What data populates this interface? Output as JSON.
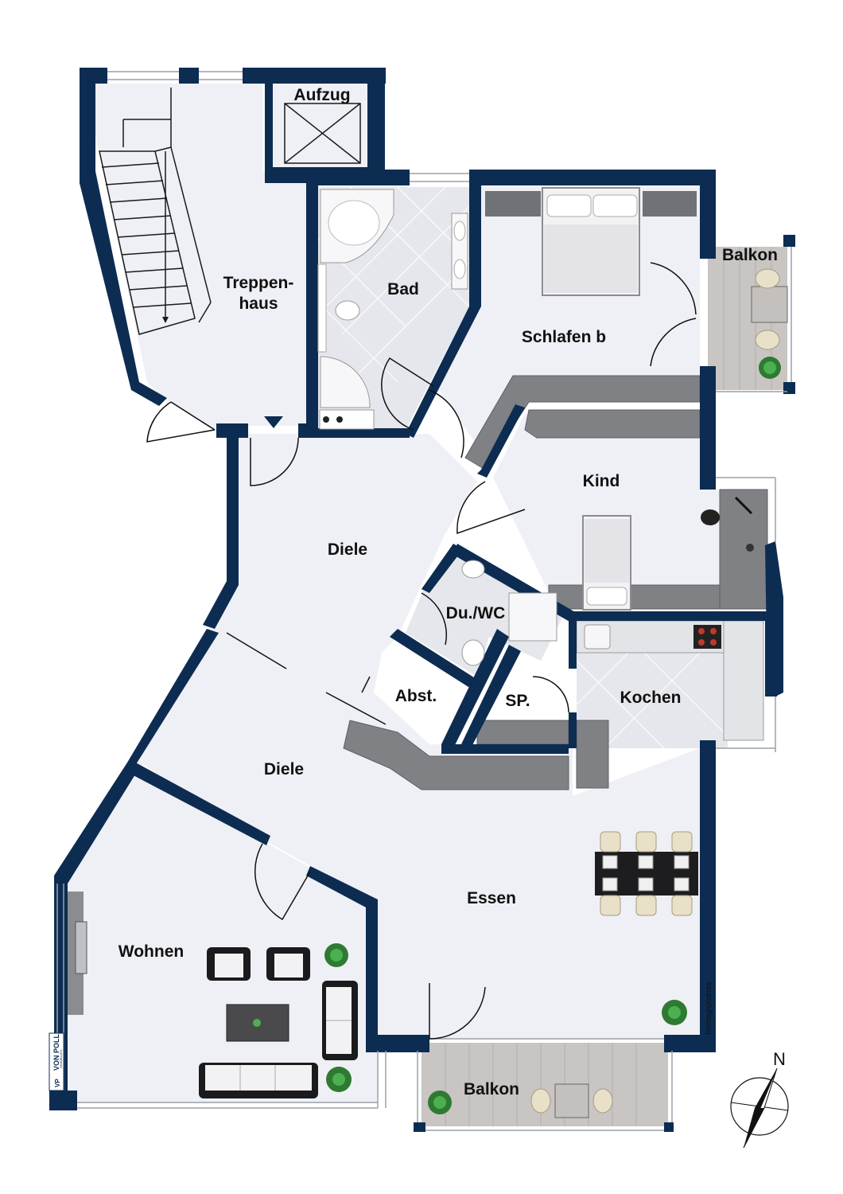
{
  "colors": {
    "wall": "#0d2c52",
    "floor": "#eff0f5",
    "tile": "#e6e7ec",
    "balcony_wood": "#c9c5c3",
    "counter": "#7f8184",
    "window": "#ffffff"
  },
  "rooms": {
    "aufzug": "Aufzug",
    "treppenhaus_1": "Treppen-",
    "treppenhaus_2": "haus",
    "bad": "Bad",
    "schlafen": "Schlafen b",
    "balkon_right": "Balkon",
    "kind": "Kind",
    "diele_upper": "Diele",
    "du_wc": "Du./WC",
    "abst": "Abst.",
    "sp": "SP.",
    "kochen": "Kochen",
    "diele_lower": "Diele",
    "essen": "Essen",
    "wohnen": "Wohnen",
    "balkon_bottom": "Balkon"
  },
  "compass": {
    "label": "N",
    "icon": "compass-icon"
  },
  "branding": {
    "watermark": "Immogrundriss",
    "logo": "VON POLL",
    "logo_sub": "IMMOBILIEN",
    "logo_mark": "VP"
  }
}
